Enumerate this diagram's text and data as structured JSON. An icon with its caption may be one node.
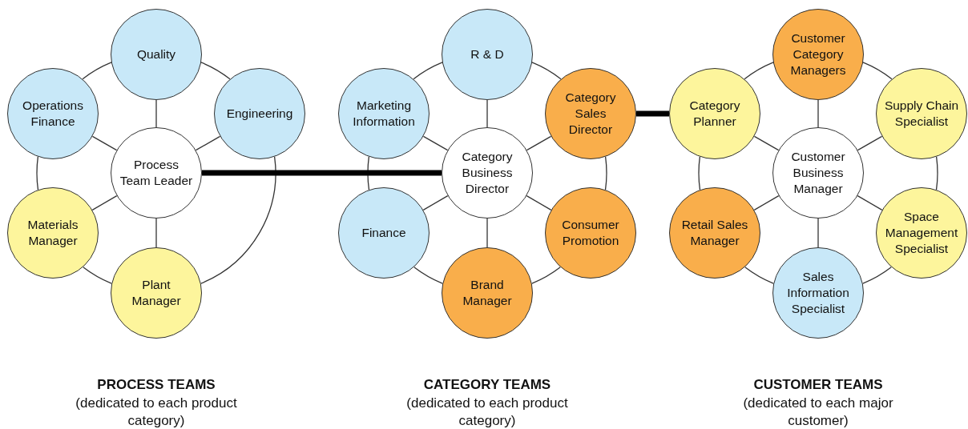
{
  "diagram": {
    "nodes": [
      {
        "text": [
          "Quality"
        ]
      },
      {
        "text": [
          "Operations Finance"
        ]
      },
      {
        "text": [
          "Engineering"
        ]
      },
      {
        "text": [
          "Process Team Leader"
        ]
      },
      {
        "text": [
          "Materials Manager"
        ]
      },
      {
        "text": [
          "Plant Manager"
        ]
      },
      {
        "text": [
          "R & D"
        ]
      },
      {
        "text": [
          "Marketing Information"
        ]
      },
      {
        "text": [
          "Category Sales Director"
        ]
      },
      {
        "text": [
          "Category Business Director"
        ]
      },
      {
        "text": [
          "Finance"
        ]
      },
      {
        "text": [
          "Consumer Promotion"
        ]
      },
      {
        "text": [
          "Brand Manager"
        ]
      },
      {
        "text": [
          "Customer Category Managers"
        ]
      },
      {
        "text": [
          "Category Planner"
        ]
      },
      {
        "text": [
          "Supply Chain Specialist"
        ]
      },
      {
        "text": [
          "Customer Business Manager"
        ]
      },
      {
        "text": [
          "Retail Sales Manager"
        ]
      },
      {
        "text": [
          "Space Management Specialist"
        ]
      },
      {
        "text": [
          "Sales Information Specialist"
        ]
      }
    ],
    "edges": [
      {
        "from": 3,
        "to": 0,
        "arrow": "none"
      },
      {
        "from": 3,
        "to": 1,
        "arrow": "none"
      },
      {
        "from": 3,
        "to": 2,
        "arrow": "none"
      },
      {
        "from": 3,
        "to": 4,
        "arrow": "none"
      },
      {
        "from": 3,
        "to": 5,
        "arrow": "none"
      },
      {
        "from": 0,
        "to": 2,
        "arrow": "none"
      },
      {
        "from": 2,
        "to": 5,
        "arrow": "none"
      },
      {
        "from": 5,
        "to": 4,
        "arrow": "none"
      },
      {
        "from": 4,
        "to": 1,
        "arrow": "none"
      },
      {
        "from": 1,
        "to": 0,
        "arrow": "none"
      },
      {
        "from": 9,
        "to": 6,
        "arrow": "none"
      },
      {
        "from": 9,
        "to": 7,
        "arrow": "none"
      },
      {
        "from": 9,
        "to": 8,
        "arrow": "none"
      },
      {
        "from": 9,
        "to": 10,
        "arrow": "none"
      },
      {
        "from": 9,
        "to": 11,
        "arrow": "none"
      },
      {
        "from": 9,
        "to": 12,
        "arrow": "none"
      },
      {
        "from": 6,
        "to": 8,
        "arrow": "none"
      },
      {
        "from": 8,
        "to": 11,
        "arrow": "none"
      },
      {
        "from": 11,
        "to": 12,
        "arrow": "none"
      },
      {
        "from": 12,
        "to": 10,
        "arrow": "none"
      },
      {
        "from": 10,
        "to": 7,
        "arrow": "none"
      },
      {
        "from": 7,
        "to": 6,
        "arrow": "none"
      },
      {
        "from": 16,
        "to": 13,
        "arrow": "none"
      },
      {
        "from": 16,
        "to": 14,
        "arrow": "none"
      },
      {
        "from": 16,
        "to": 15,
        "arrow": "none"
      },
      {
        "from": 16,
        "to": 17,
        "arrow": "none"
      },
      {
        "from": 16,
        "to": 18,
        "arrow": "none"
      },
      {
        "from": 16,
        "to": 19,
        "arrow": "none"
      },
      {
        "from": 13,
        "to": 15,
        "arrow": "none"
      },
      {
        "from": 15,
        "to": 18,
        "arrow": "none"
      },
      {
        "from": 18,
        "to": 19,
        "arrow": "none"
      },
      {
        "from": 19,
        "to": 17,
        "arrow": "none"
      },
      {
        "from": 17,
        "to": 14,
        "arrow": "none"
      },
      {
        "from": 14,
        "to": 13,
        "arrow": "none"
      },
      {
        "from": 3,
        "to": 9,
        "arrow": "none",
        "style": "thick"
      },
      {
        "from": 8,
        "to": 14,
        "arrow": "none",
        "style": "thick"
      }
    ],
    "labels": [
      "PROCESS TEAMS",
      "(dedicated to each product category)",
      "CATEGORY TEAMS",
      "(dedicated to each product category)",
      "CUSTOMER TEAMS",
      "(dedicated to each major customer)"
    ]
  }
}
